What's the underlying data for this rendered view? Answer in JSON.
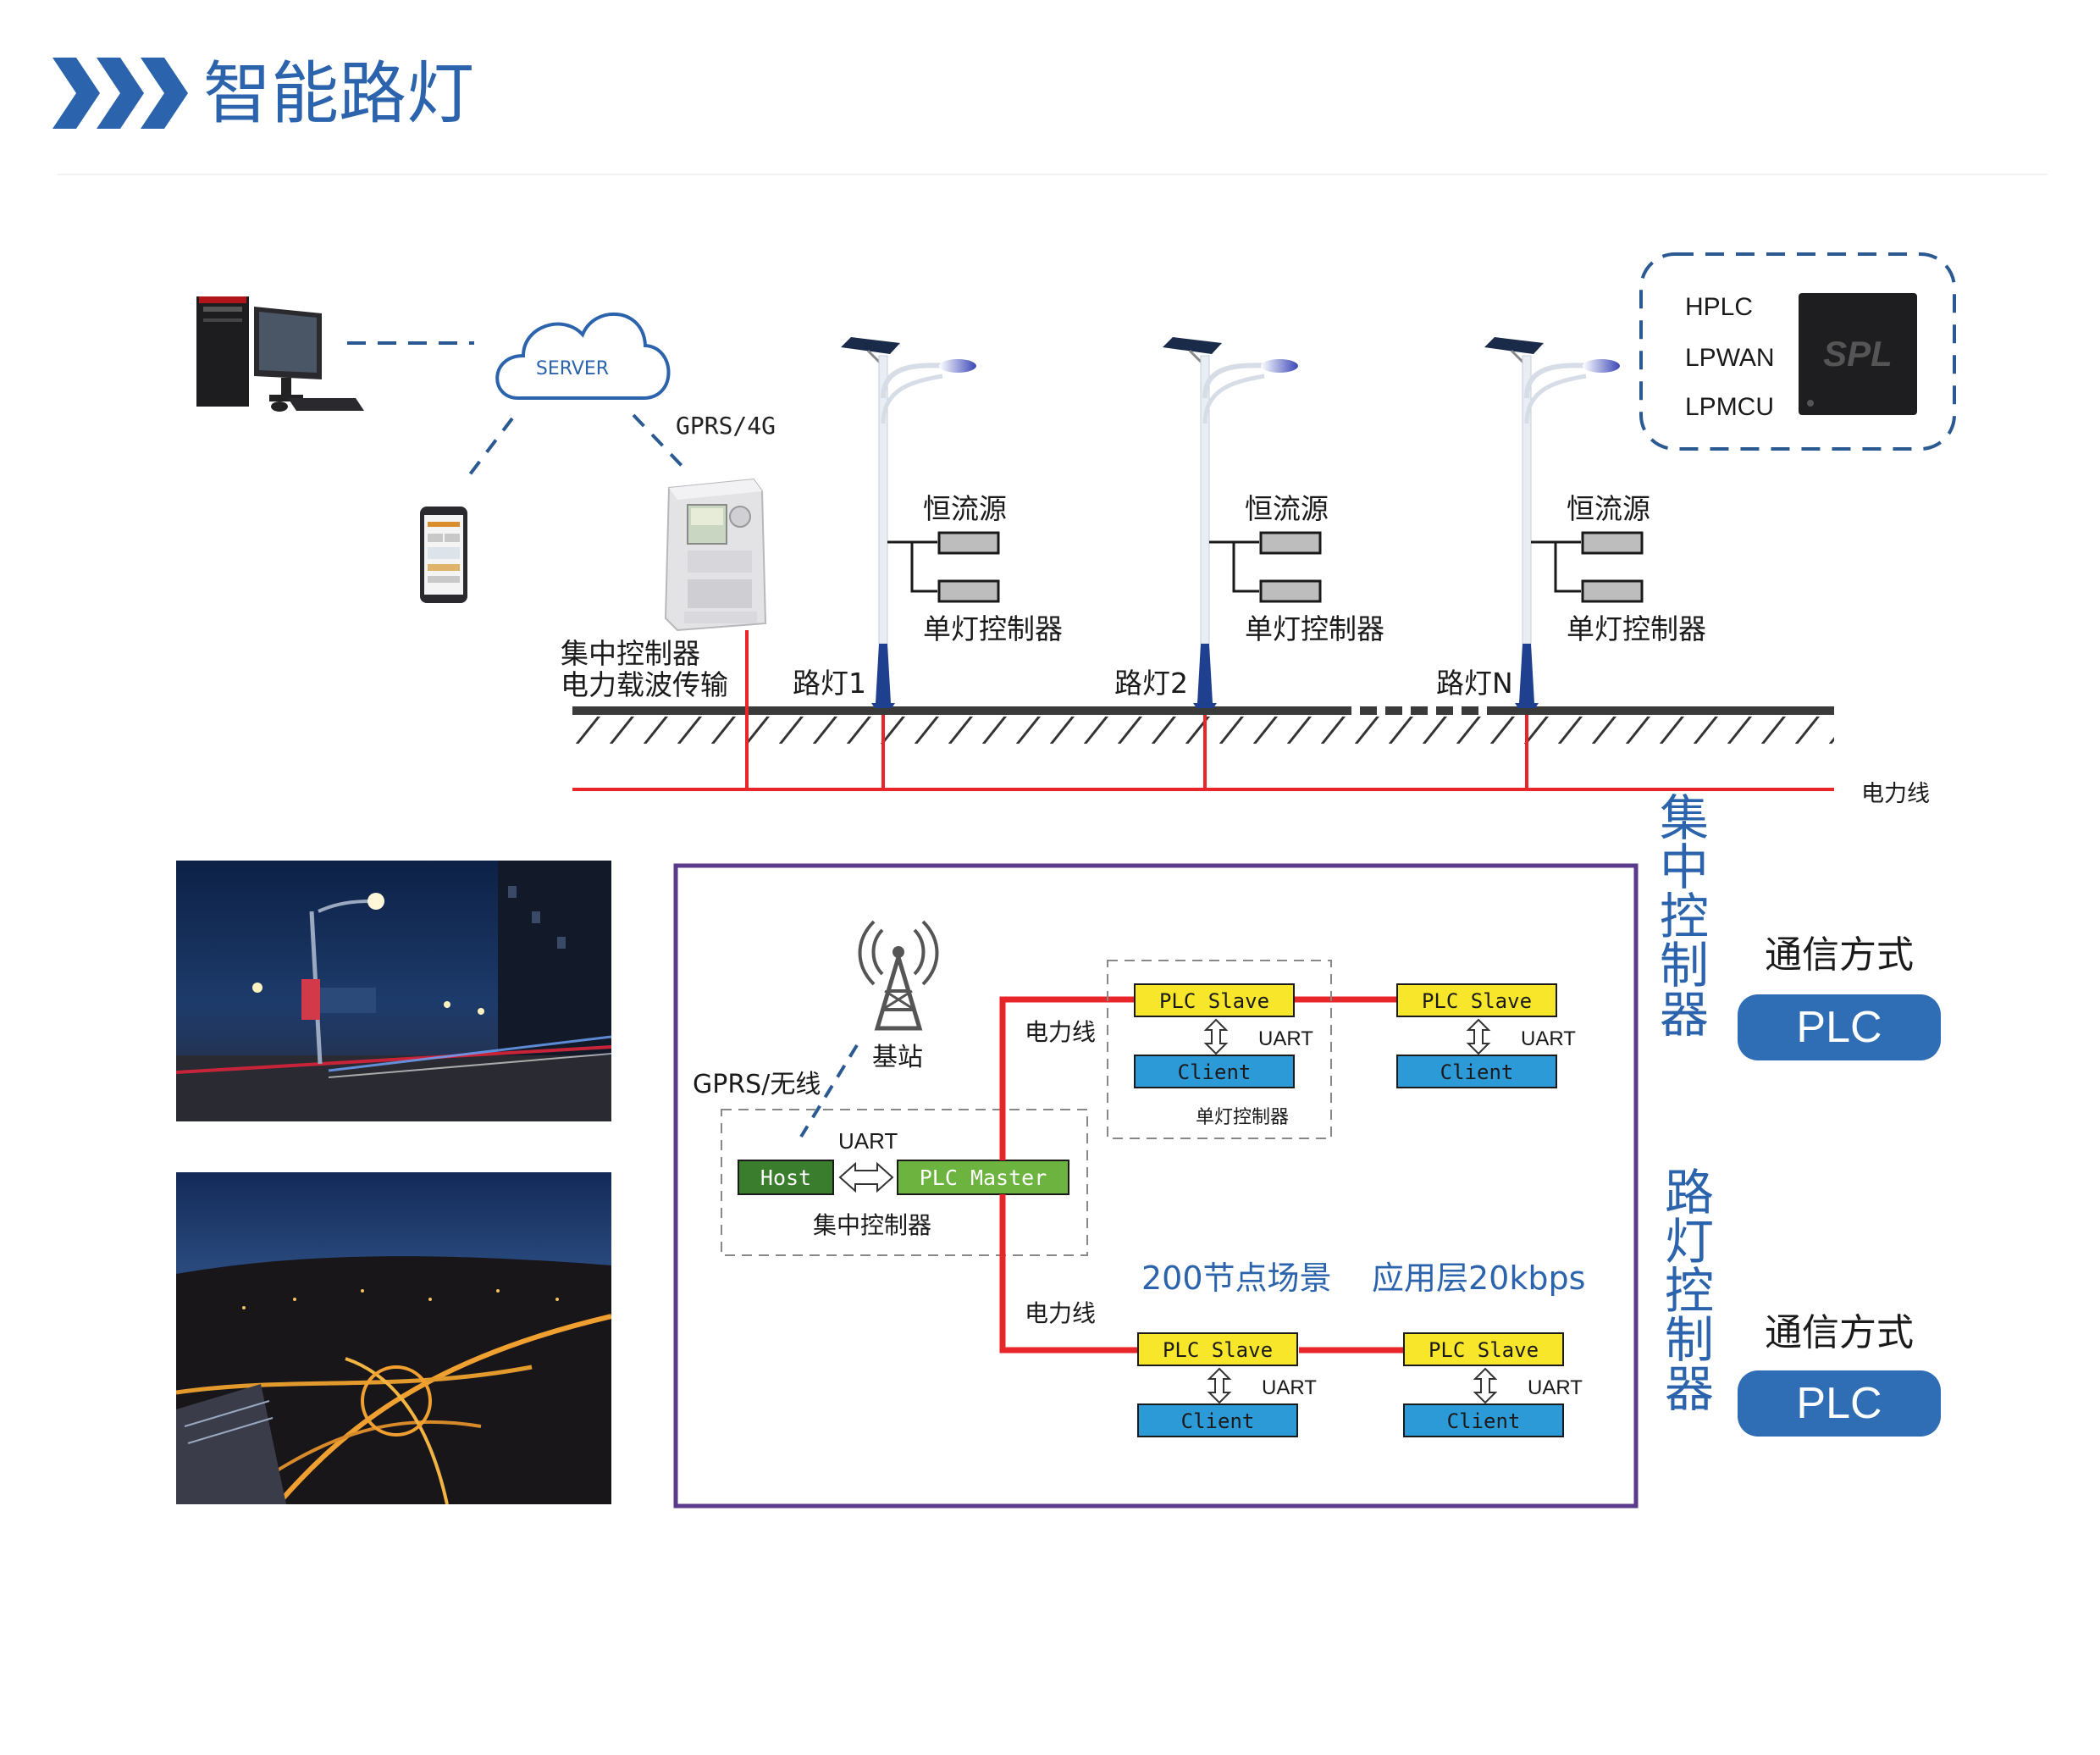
{
  "header": {
    "title": "智能路灯",
    "accent_color": "#2b63ad"
  },
  "top": {
    "server_label": "SERVER",
    "gprs_label": "GPRS/4G",
    "concentrator": {
      "line1": "集中控制器",
      "line2": "电力载波传输"
    },
    "lamps": [
      {
        "name": "路灯1",
        "power_label": "恒流源",
        "controller_label": "单灯控制器"
      },
      {
        "name": "路灯2",
        "power_label": "恒流源",
        "controller_label": "单灯控制器"
      },
      {
        "name": "路灯N",
        "power_label": "恒流源",
        "controller_label": "单灯控制器"
      }
    ],
    "chip_box": {
      "items": [
        "HPLC",
        "LPWAN",
        "LPMCU"
      ],
      "chip_logo": "SPL"
    },
    "power_line_label": "电力线",
    "power_line_color": "#e8262a"
  },
  "bottom": {
    "base_station": "基站",
    "gprs_wireless": "GPRS/无线",
    "uart": "UART",
    "host": "Host",
    "plc_master": "PLC Master",
    "concentrator_caption": "集中控制器",
    "power_line": "电力线",
    "plc_slave": "PLC Slave",
    "client": "Client",
    "single_lamp_caption": "单灯控制器",
    "nodes_text": "200节点场景",
    "rate_text": "应用层20kbps",
    "frame_color": "#5b3a8e"
  },
  "side": {
    "centralized_label": "集中控制器",
    "lamp_label": "路灯控制器",
    "comm_label": "通信方式",
    "plc_label": "PLC"
  }
}
